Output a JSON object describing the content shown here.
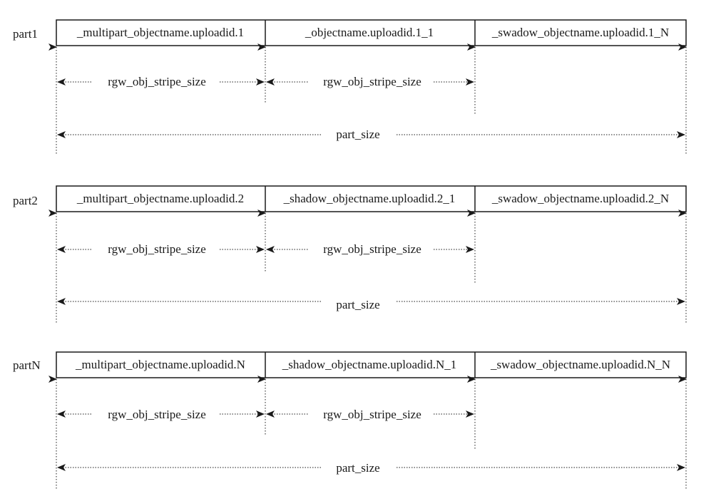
{
  "stripe_label": "rgw_obj_stripe_size",
  "part_label": "part_size",
  "parts": [
    {
      "name": "part1",
      "cells": [
        "_multipart_objectname.uploadid.1",
        "_objectname.uploadid.1_1",
        "_swadow_objectname.uploadid.1_N"
      ]
    },
    {
      "name": "part2",
      "cells": [
        "_multipart_objectname.uploadid.2",
        "_shadow_objectname.uploadid.2_1",
        "_swadow_objectname.uploadid.2_N"
      ]
    },
    {
      "name": "partN",
      "cells": [
        "_multipart_objectname.uploadid.N",
        "_shadow_objectname.uploadid.N_1",
        "_swadow_objectname.uploadid.N_N"
      ]
    }
  ]
}
